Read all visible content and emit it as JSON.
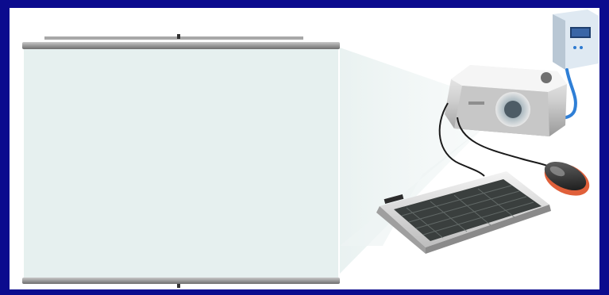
{
  "scene": {
    "colors": {
      "border": "#0b0b8e",
      "background": "#ffffff",
      "screen_surface": "#e6f0ef",
      "screen_rail": "#9a9a9a",
      "projection_beam": "#e9f1f0",
      "projector_body": "#d9d9d9",
      "keyboard_keys": "#3a3f3e",
      "mouse_accent": "#e0603a",
      "cable_blue": "#2f7fd6",
      "cable_black": "#1a1a1a"
    },
    "objects": [
      {
        "name": "projection-screen",
        "icon": "projection-screen-icon"
      },
      {
        "name": "projector",
        "icon": "projector-icon"
      },
      {
        "name": "network-adapter",
        "icon": "network-box-icon"
      },
      {
        "name": "keyboard",
        "icon": "keyboard-icon"
      },
      {
        "name": "mouse",
        "icon": "mouse-icon"
      }
    ]
  }
}
